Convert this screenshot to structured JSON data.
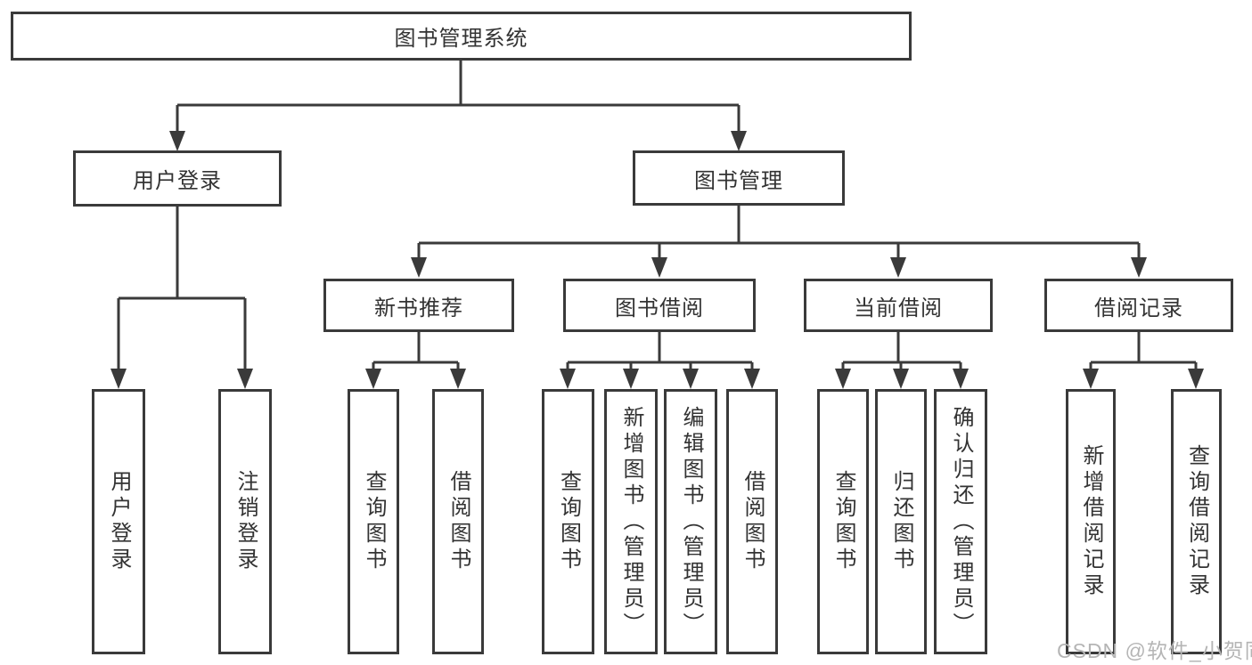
{
  "colors": {
    "line": "#3a3a3a",
    "text": "#333333",
    "watermark": "#b5b5b5",
    "background": "#ffffff"
  },
  "diagram": {
    "root": {
      "label": "图书管理系统"
    },
    "level2": [
      {
        "label": "用户登录",
        "children": [
          "用户登录",
          "注销登录"
        ]
      },
      {
        "label": "图书管理",
        "groups": [
          {
            "label": "新书推荐",
            "children": [
              "查询图书",
              "借阅图书"
            ]
          },
          {
            "label": "图书借阅",
            "children": [
              "查询图书",
              "新增图书（管理员）",
              "编辑图书（管理员）",
              "借阅图书"
            ]
          },
          {
            "label": "当前借阅",
            "children": [
              "查询图书",
              "归还图书",
              "确认归还（管理员）"
            ]
          },
          {
            "label": "借阅记录",
            "children": [
              "新增借阅记录",
              "查询借阅记录"
            ]
          }
        ]
      }
    ]
  },
  "watermark": {
    "text": "CSDN @软件_小贺同学"
  }
}
